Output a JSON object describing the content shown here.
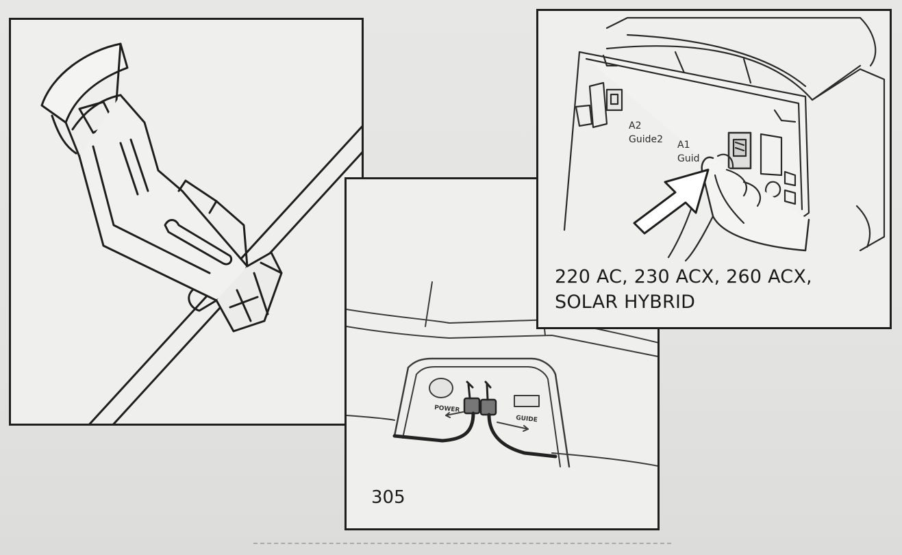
{
  "panels": {
    "right": {
      "caption_line1": "220 AC, 230 ACX, 260 ACX,",
      "caption_line2": "SOLAR HYBRID",
      "label_a2": "A2",
      "label_guide2": "Guide2",
      "label_a1": "A1",
      "label_guide1_partial": "Guid"
    },
    "bottom": {
      "model_number": "305",
      "label_power": "POWER",
      "label_guide": "GUIDE"
    }
  },
  "colors": {
    "ink": "#1e1e1e",
    "paper": "#efefed",
    "background": "#e5e5e3"
  },
  "icons": [
    "wire-connector-illustration",
    "insert-arrow-icon",
    "hand-illustration",
    "plug-pair-illustration"
  ]
}
